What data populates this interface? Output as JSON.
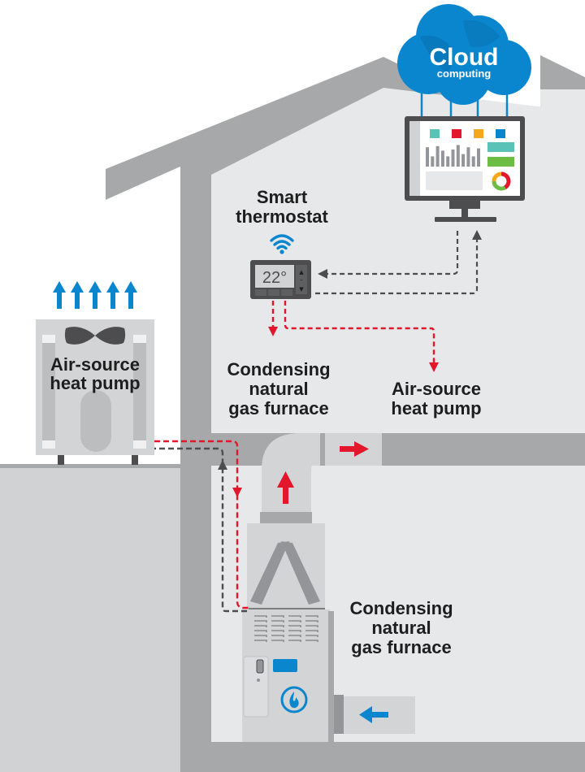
{
  "title": "Smart home heating system diagram",
  "colors": {
    "wall": "#a7a8aa",
    "interior": "#e7e8e9",
    "exterior_ground": "#d1d2d4",
    "unit_body": "#d3d4d5",
    "dark": "#4d4d4f",
    "accent_blue": "#0a86cf",
    "accent_red": "#e3172c",
    "data_line": "#4d4d4f"
  },
  "cloud": {
    "title": "Cloud",
    "subtitle": "computing",
    "icon": "cloud-icon"
  },
  "monitor": {
    "icon": "monitor-icon",
    "indicator_colors": [
      "#5bc2b8",
      "#e3172c",
      "#f6a81c",
      "#0a86cf"
    ],
    "bar_chart_values": [
      0.85,
      0.45,
      0.9,
      0.7,
      0.45,
      0.75,
      0.95,
      0.55,
      0.85,
      0.45,
      0.8
    ],
    "side_bar_colors": [
      "#5bc2b8",
      "#6dbd45"
    ],
    "donut_colors": [
      "#e3172c",
      "#6dbd45",
      "#f6a81c"
    ]
  },
  "thermostat": {
    "label_line1": "Smart",
    "label_line2": "thermostat",
    "display": "22°",
    "up_button": "▲",
    "mid_button": "–",
    "down_button": "▼",
    "wifi_icon": "wifi-icon"
  },
  "targets": {
    "furnace": {
      "line1": "Condensing",
      "line2": "natural",
      "line3": "gas furnace"
    },
    "heat_pump": {
      "line1": "Air-source",
      "line2": "heat pump"
    }
  },
  "outdoor_unit": {
    "label_line1": "Air-source",
    "label_line2": "heat pump",
    "arrows_count": 5
  },
  "furnace_unit": {
    "label_line1": "Condensing",
    "label_line2": "natural",
    "label_line3": "gas furnace",
    "flame_icon": "flame-icon"
  }
}
